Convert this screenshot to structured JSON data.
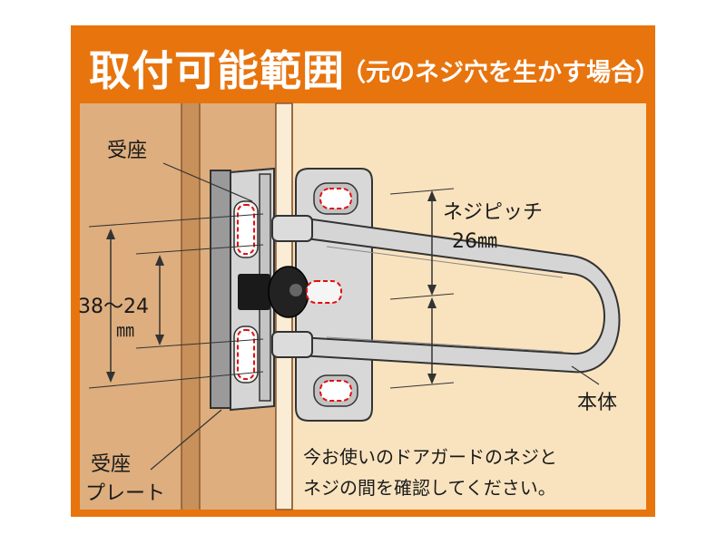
{
  "title": {
    "main": "取付可能範囲",
    "sub": "（元のネジ穴を生かす場合）"
  },
  "labels": {
    "bracket": "受座",
    "range_value": "38～24",
    "range_unit": "㎜",
    "pitch_label": "ネジピッチ",
    "pitch_value": "26㎜",
    "body": "本体",
    "plate_line1": "受座",
    "plate_line2": "プレート",
    "note_line1": "今お使いのドアガードのネジと",
    "note_line2": "ネジの間を確認してください。"
  },
  "colors": {
    "frame": "#e8740e",
    "wall": "#f9e3bf",
    "door": "#deae7e",
    "door_edge": "#c8905a",
    "metal": "#d5d5d5",
    "plate": "#9a9a9a",
    "screw_outline": "#e01010"
  }
}
